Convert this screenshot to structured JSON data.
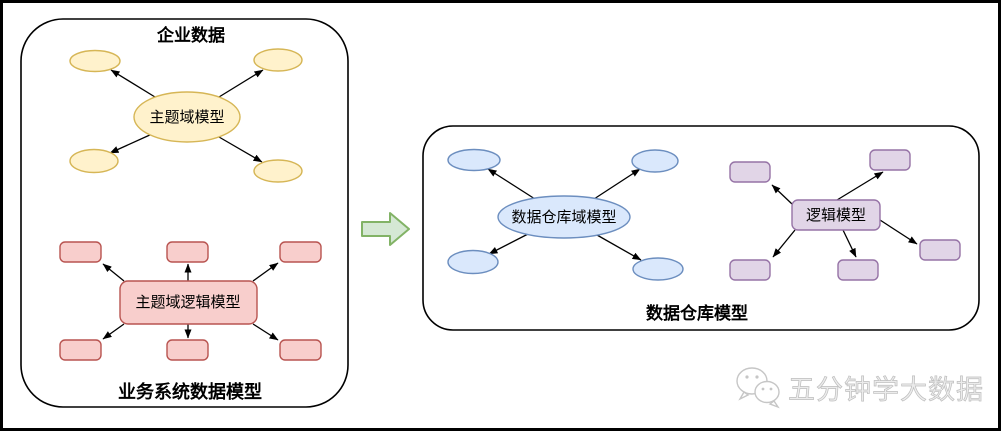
{
  "left_panel": {
    "title": "企业数据",
    "domain_model_label": "主题域模型",
    "domain_satellite_count": 4,
    "logical_model_label": "主题域逻辑模型",
    "logical_satellite_count": 6,
    "footer": "业务系统数据模型"
  },
  "right_panel": {
    "domain_model_label": "数据仓库域模型",
    "domain_satellite_count": 4,
    "logical_model_label": "逻辑模型",
    "logical_satellite_count": 5,
    "footer": "数据仓库模型"
  },
  "transition": {
    "type": "block-arrow-right"
  },
  "watermark": {
    "text": "五分钟学大数据",
    "icon": "wechat-icon"
  },
  "colors": {
    "yellow_fill": "#FFF2CC",
    "yellow_stroke": "#D6B656",
    "red_fill": "#F8CECC",
    "red_stroke": "#B85450",
    "blue_fill": "#DAE8FC",
    "blue_stroke": "#6C8EBF",
    "purple_fill": "#E1D5E7",
    "purple_stroke": "#9673A6",
    "green_fill": "#D5E8D4",
    "green_stroke": "#82B366",
    "edge": "#000000",
    "frame": "#000000",
    "watermark_gray": "#c6c6c6"
  }
}
